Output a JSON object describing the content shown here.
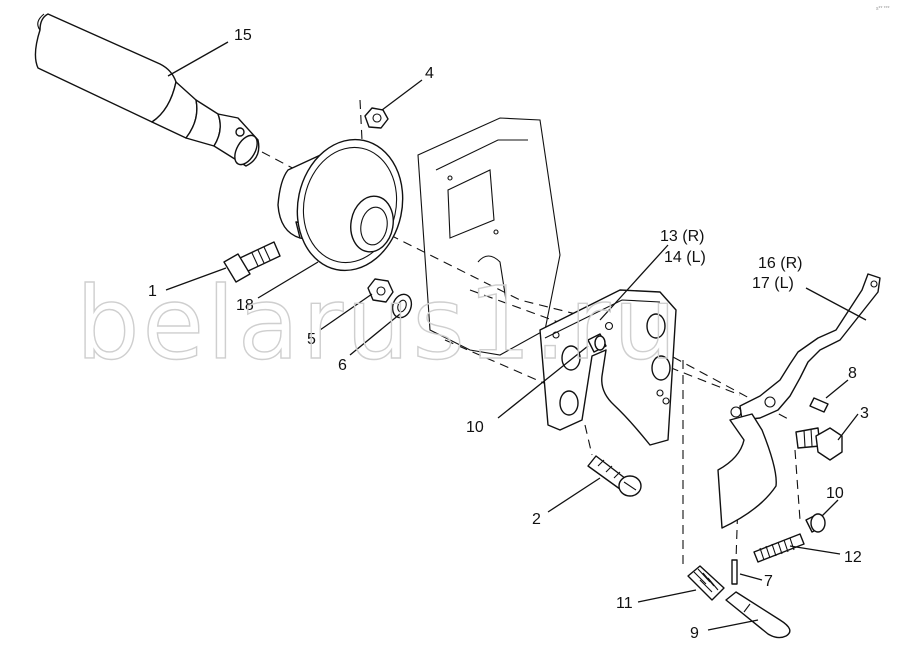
{
  "watermark": "belarus1.ru",
  "image_code": "s** ***",
  "labels": {
    "p1": "1",
    "p2": "2",
    "p3": "3",
    "p4": "4",
    "p5": "5",
    "p6": "6",
    "p7": "7",
    "p8": "8",
    "p9": "9",
    "p10a": "10",
    "p10b": "10",
    "p11": "11",
    "p12": "12",
    "p13": "13 (R)",
    "p14": "14 (L)",
    "p15": "15",
    "p16": "16 (R)",
    "p17": "17 (L)",
    "p18": "18"
  }
}
